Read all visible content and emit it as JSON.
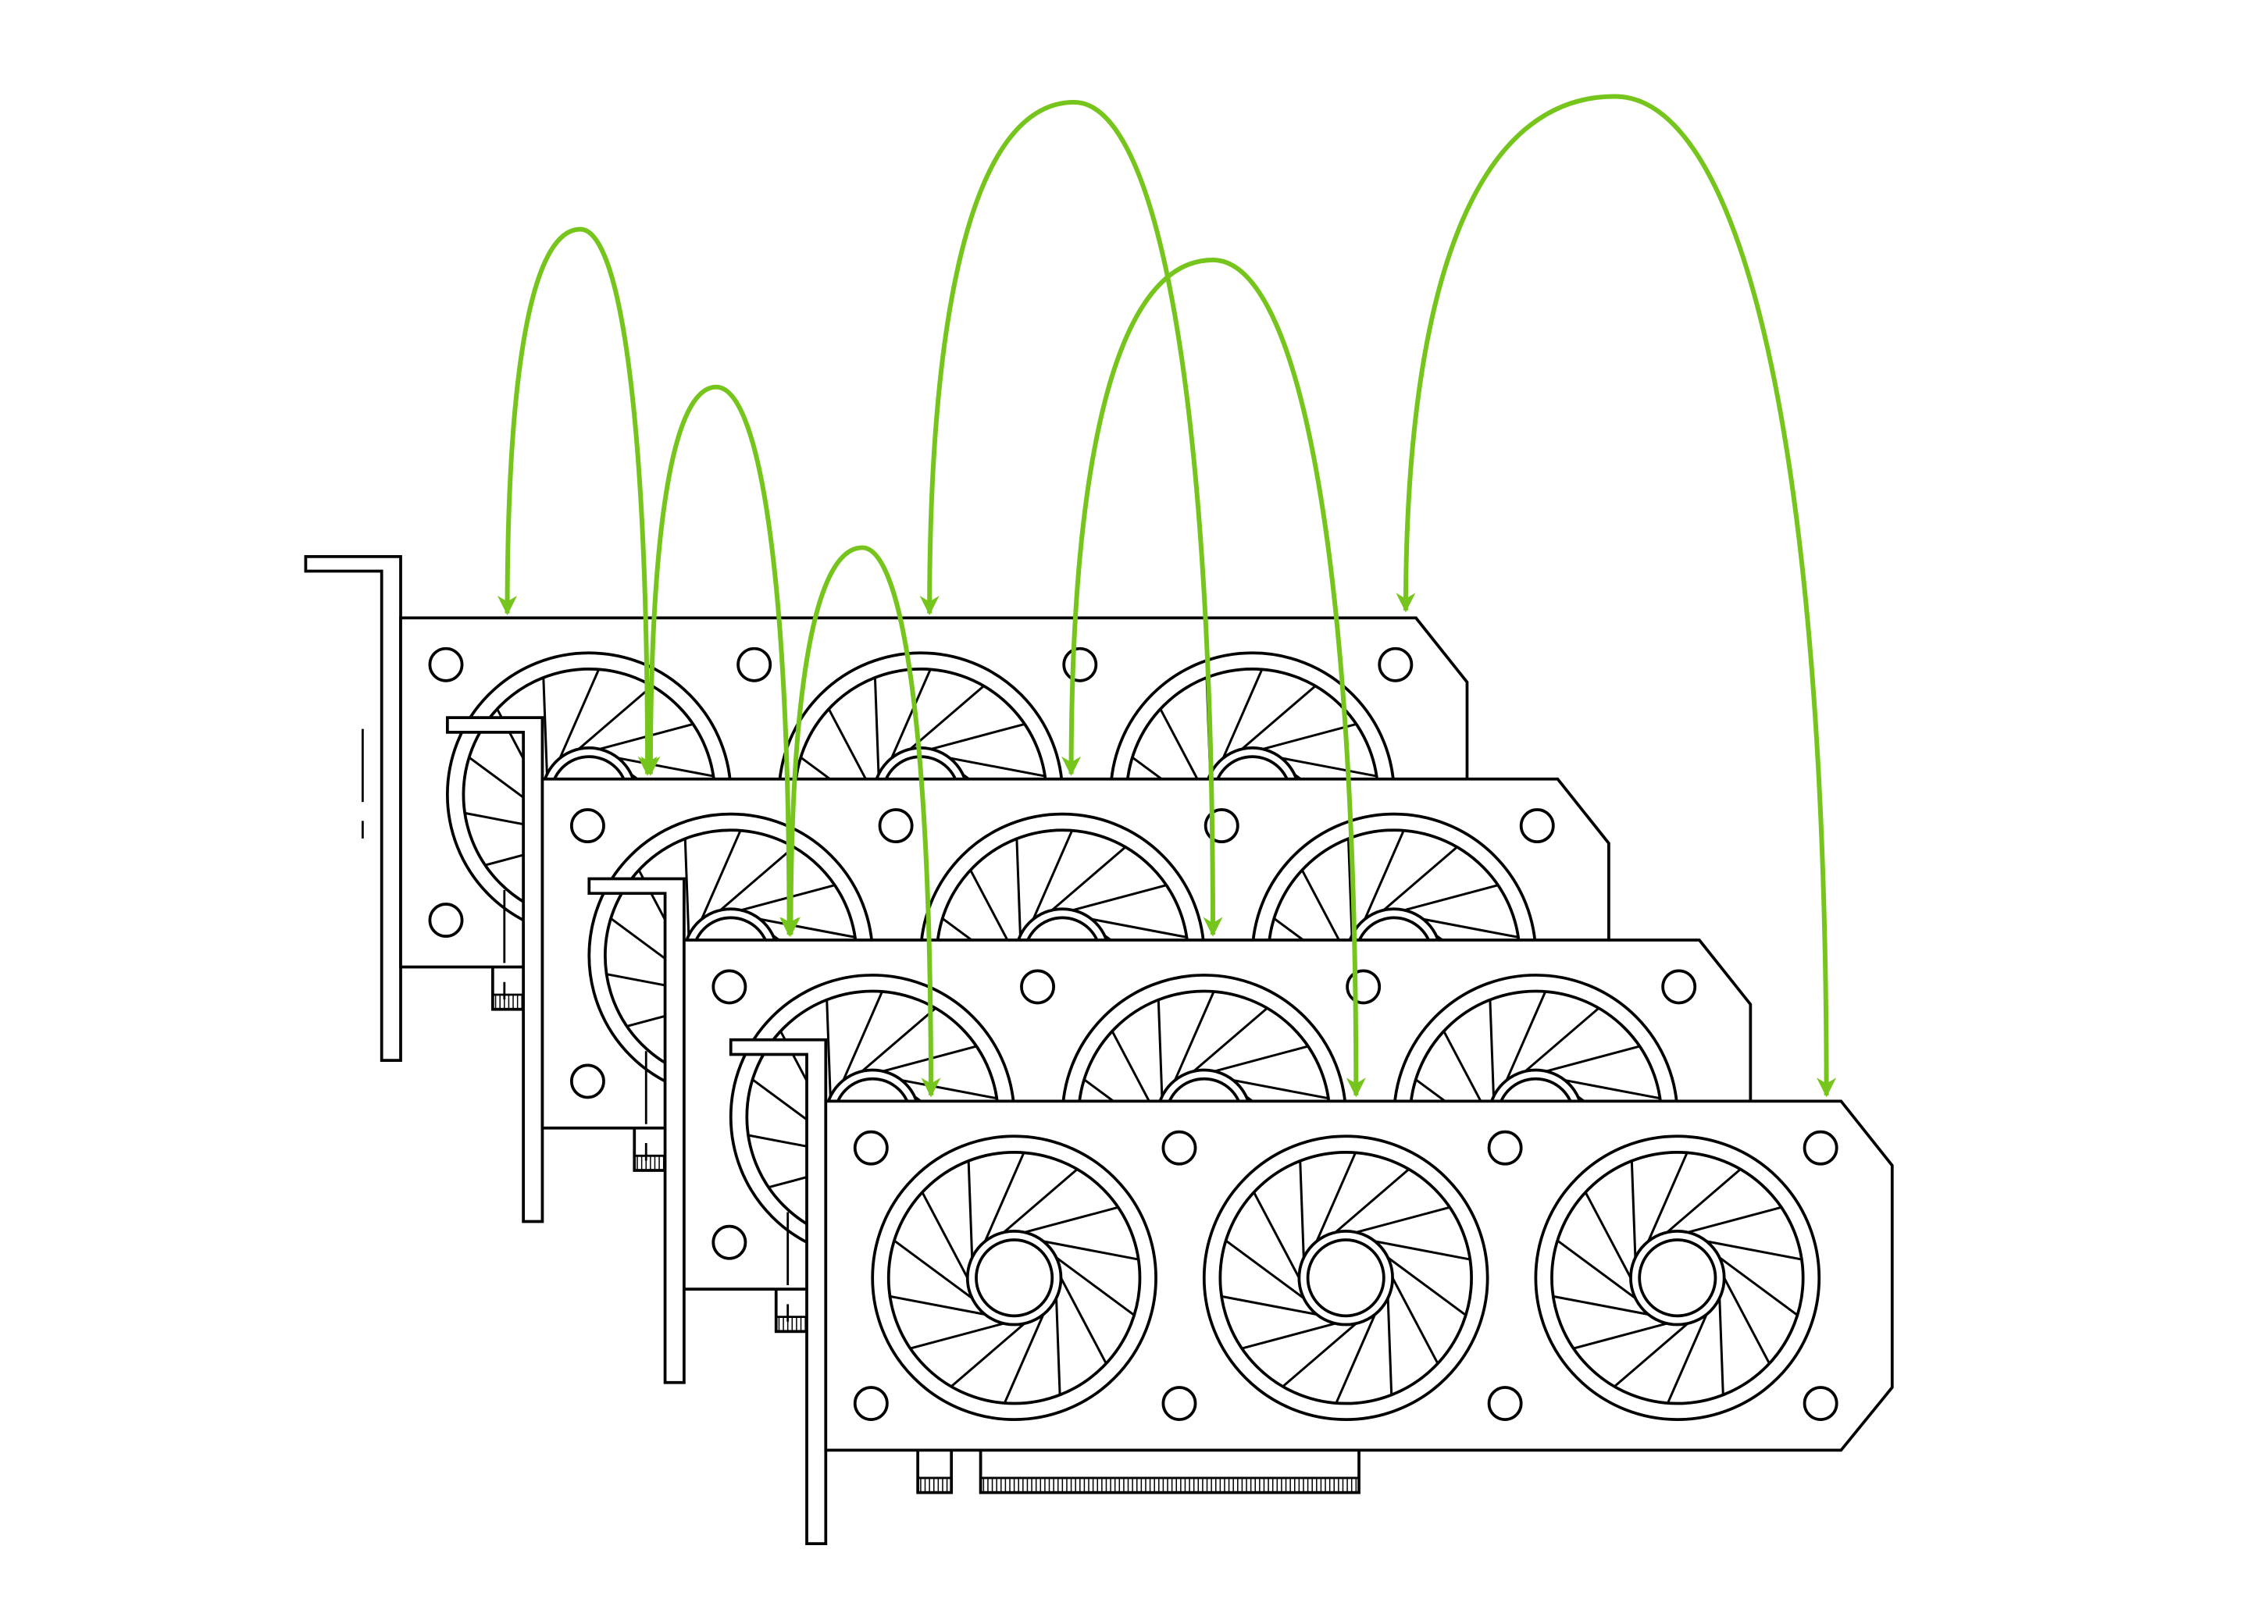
{
  "diagram": {
    "gpu_count": 4,
    "fans_per_gpu": 3,
    "connection_color": "#76c51c",
    "outline_color": "#000000",
    "background_color": "#ffffff"
  },
  "connections": [
    {
      "from": 0,
      "to": 1
    },
    {
      "from": 1,
      "to": 2
    },
    {
      "from": 2,
      "to": 3
    },
    {
      "from": 0,
      "to": 2
    },
    {
      "from": 1,
      "to": 3
    },
    {
      "from": 0,
      "to": 3
    }
  ]
}
